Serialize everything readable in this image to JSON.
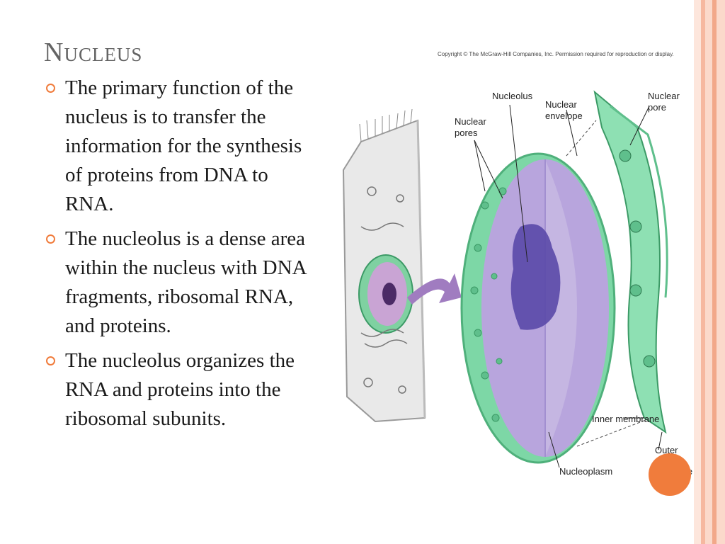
{
  "slide": {
    "title": "Nucleus",
    "bullets": [
      "The primary function of the nucleus is to transfer the information for the synthesis of proteins from DNA to RNA.",
      "The nucleolus is a dense area within the nucleus with DNA fragments, ribosomal RNA, and proteins.",
      "The nucleolus organizes the RNA and proteins into the ribosomal subunits."
    ]
  },
  "figure": {
    "copyright": "Copyright © The McGraw-Hill Companies, Inc. Permission required for reproduction or display.",
    "labels": {
      "nucleolus": "Nucleolus",
      "nuclear_envelope_1": "Nuclear",
      "nuclear_envelope_2": "envelope",
      "nuclear_pores_1": "Nuclear",
      "nuclear_pores_2": "pores",
      "nuclear_pore_1": "Nuclear",
      "nuclear_pore_2": "pore",
      "inner_membrane": "Inner membrane",
      "outer_membrane_1": "Outer",
      "outer_membrane_2": "membrane",
      "nucleoplasm": "Nucleoplasm"
    }
  },
  "colors": {
    "accent": "#f07c3c",
    "stripe_light": "#fbd9cb",
    "stripe_mid": "#f6b8a0",
    "title": "#646464"
  }
}
